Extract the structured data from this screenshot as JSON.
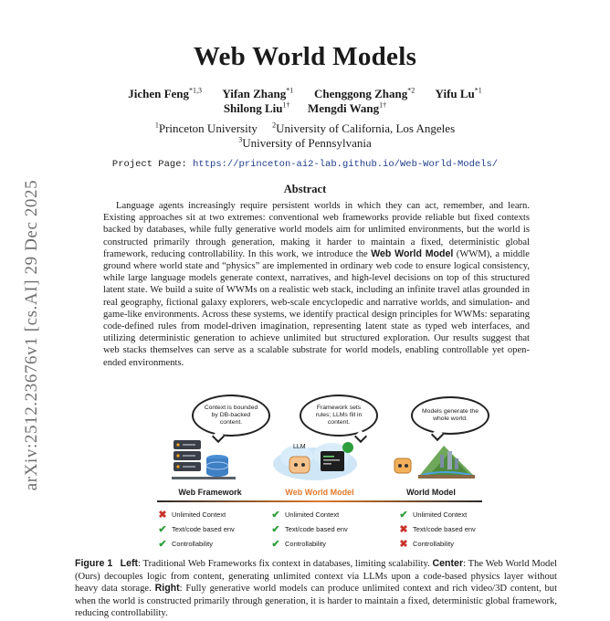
{
  "arxiv_stamp": "arXiv:2512.23676v1  [cs.AI]  29 Dec 2025",
  "title": "Web World Models",
  "authors_line1": [
    {
      "name": "Jichen Feng",
      "sup": "*1,3"
    },
    {
      "name": "Yifan Zhang",
      "sup": "*1"
    },
    {
      "name": "Chenggong Zhang",
      "sup": "*2"
    },
    {
      "name": "Yifu Lu",
      "sup": "*1"
    }
  ],
  "authors_line2": [
    {
      "name": "Shilong Liu",
      "sup": "1†"
    },
    {
      "name": "Mengdi Wang",
      "sup": "1†"
    }
  ],
  "affiliations_line1": [
    {
      "sup": "1",
      "name": "Princeton University"
    },
    {
      "sup": "2",
      "name": "University of California, Los Angeles"
    }
  ],
  "affiliations_line2": [
    {
      "sup": "3",
      "name": "University of Pennsylvania"
    }
  ],
  "project_label": "Project Page:",
  "project_url": "https://princeton-ai2-lab.github.io/Web-World-Models/",
  "abstract_heading": "Abstract",
  "abstract_part1": "Language agents increasingly require persistent worlds in which they can act, remember, and learn. Existing approaches sit at two extremes: conventional web frameworks provide reliable but fixed contexts backed by databases, while fully generative world models aim for unlimited environments, but the world is constructed primarily through generation, making it harder to maintain a fixed, deterministic global framework, reducing controllability. In this work, we introduce the ",
  "abstract_wwm": "Web World Model",
  "abstract_part2": " (WWM), a middle ground where world state and “physics” are implemented in ordinary web code to ensure logical consistency, while large language models generate context, narratives, and high-level decisions on top of this structured latent state. We build a suite of WWMs on a realistic web stack, including an infinite travel atlas grounded in real geography, fictional galaxy explorers, web-scale encyclopedic and narrative worlds, and simulation- and game-like environments. Across these systems, we identify practical design principles for WWMs: separating code-defined rules from model-driven imagination, representing latent state as typed web interfaces, and utilizing deterministic generation to achieve unlimited but structured exploration. Our results suggest that web stacks themselves can serve as a scalable substrate for world models, enabling controllable yet open-ended environments.",
  "figure": {
    "bubbles": [
      "Context is bounded by DB-backed content.",
      "Framework sets rules; LLMs fill in content.",
      "Models generate the whole world."
    ],
    "llm_tag": "LLM",
    "columns": [
      {
        "label": "Web Framework",
        "color": "#1a1a1a",
        "features": [
          {
            "text": "Unlimited Context",
            "ok": false
          },
          {
            "text": "Text/code based env",
            "ok": true
          },
          {
            "text": "Controllability",
            "ok": true
          }
        ]
      },
      {
        "label": "Web World Model",
        "color": "#e07a2e",
        "features": [
          {
            "text": "Unlimited Context",
            "ok": true
          },
          {
            "text": "Text/code based env",
            "ok": true
          },
          {
            "text": "Controllability",
            "ok": true
          }
        ]
      },
      {
        "label": "World Model",
        "color": "#1a1a1a",
        "features": [
          {
            "text": "Unlimited Context",
            "ok": true
          },
          {
            "text": "Text/code based env",
            "ok": false
          },
          {
            "text": "Controllability",
            "ok": false
          }
        ]
      }
    ],
    "check_glyph": "✔",
    "cross_glyph": "✖"
  },
  "caption": {
    "label": "Figure 1",
    "left_label": "Left",
    "left_text": ": Traditional Web Frameworks fix context in databases, limiting scalability. ",
    "center_label": "Center",
    "center_text": ": The Web World Model (Ours) decouples logic from content, generating unlimited context via LLMs upon a code-based physics layer without heavy data storage. ",
    "right_label": "Right",
    "right_text": ": Fully generative world models can produce unlimited context and rich video/3D content, but when the world is constructed primarily through generation, it is harder to maintain a fixed, deterministic global framework, reducing controllability."
  }
}
